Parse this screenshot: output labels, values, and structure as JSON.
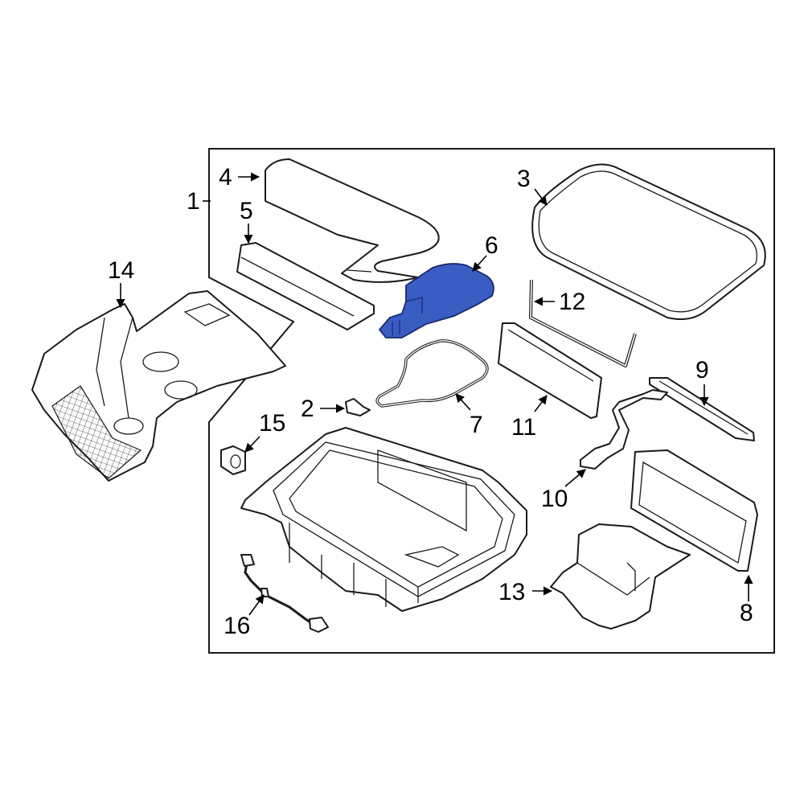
{
  "colors": {
    "highlight": "#3a5dc4",
    "line": "#1a1a1a",
    "background": "#ffffff"
  },
  "callouts": {
    "c1": "1",
    "c2": "2",
    "c3": "3",
    "c4": "4",
    "c5": "5",
    "c6": "6",
    "c7": "7",
    "c8": "8",
    "c9": "9",
    "c10": "10",
    "c11": "11",
    "c12": "12",
    "c13": "13",
    "c14": "14",
    "c15": "15",
    "c16": "16"
  },
  "highlighted_part": "6"
}
